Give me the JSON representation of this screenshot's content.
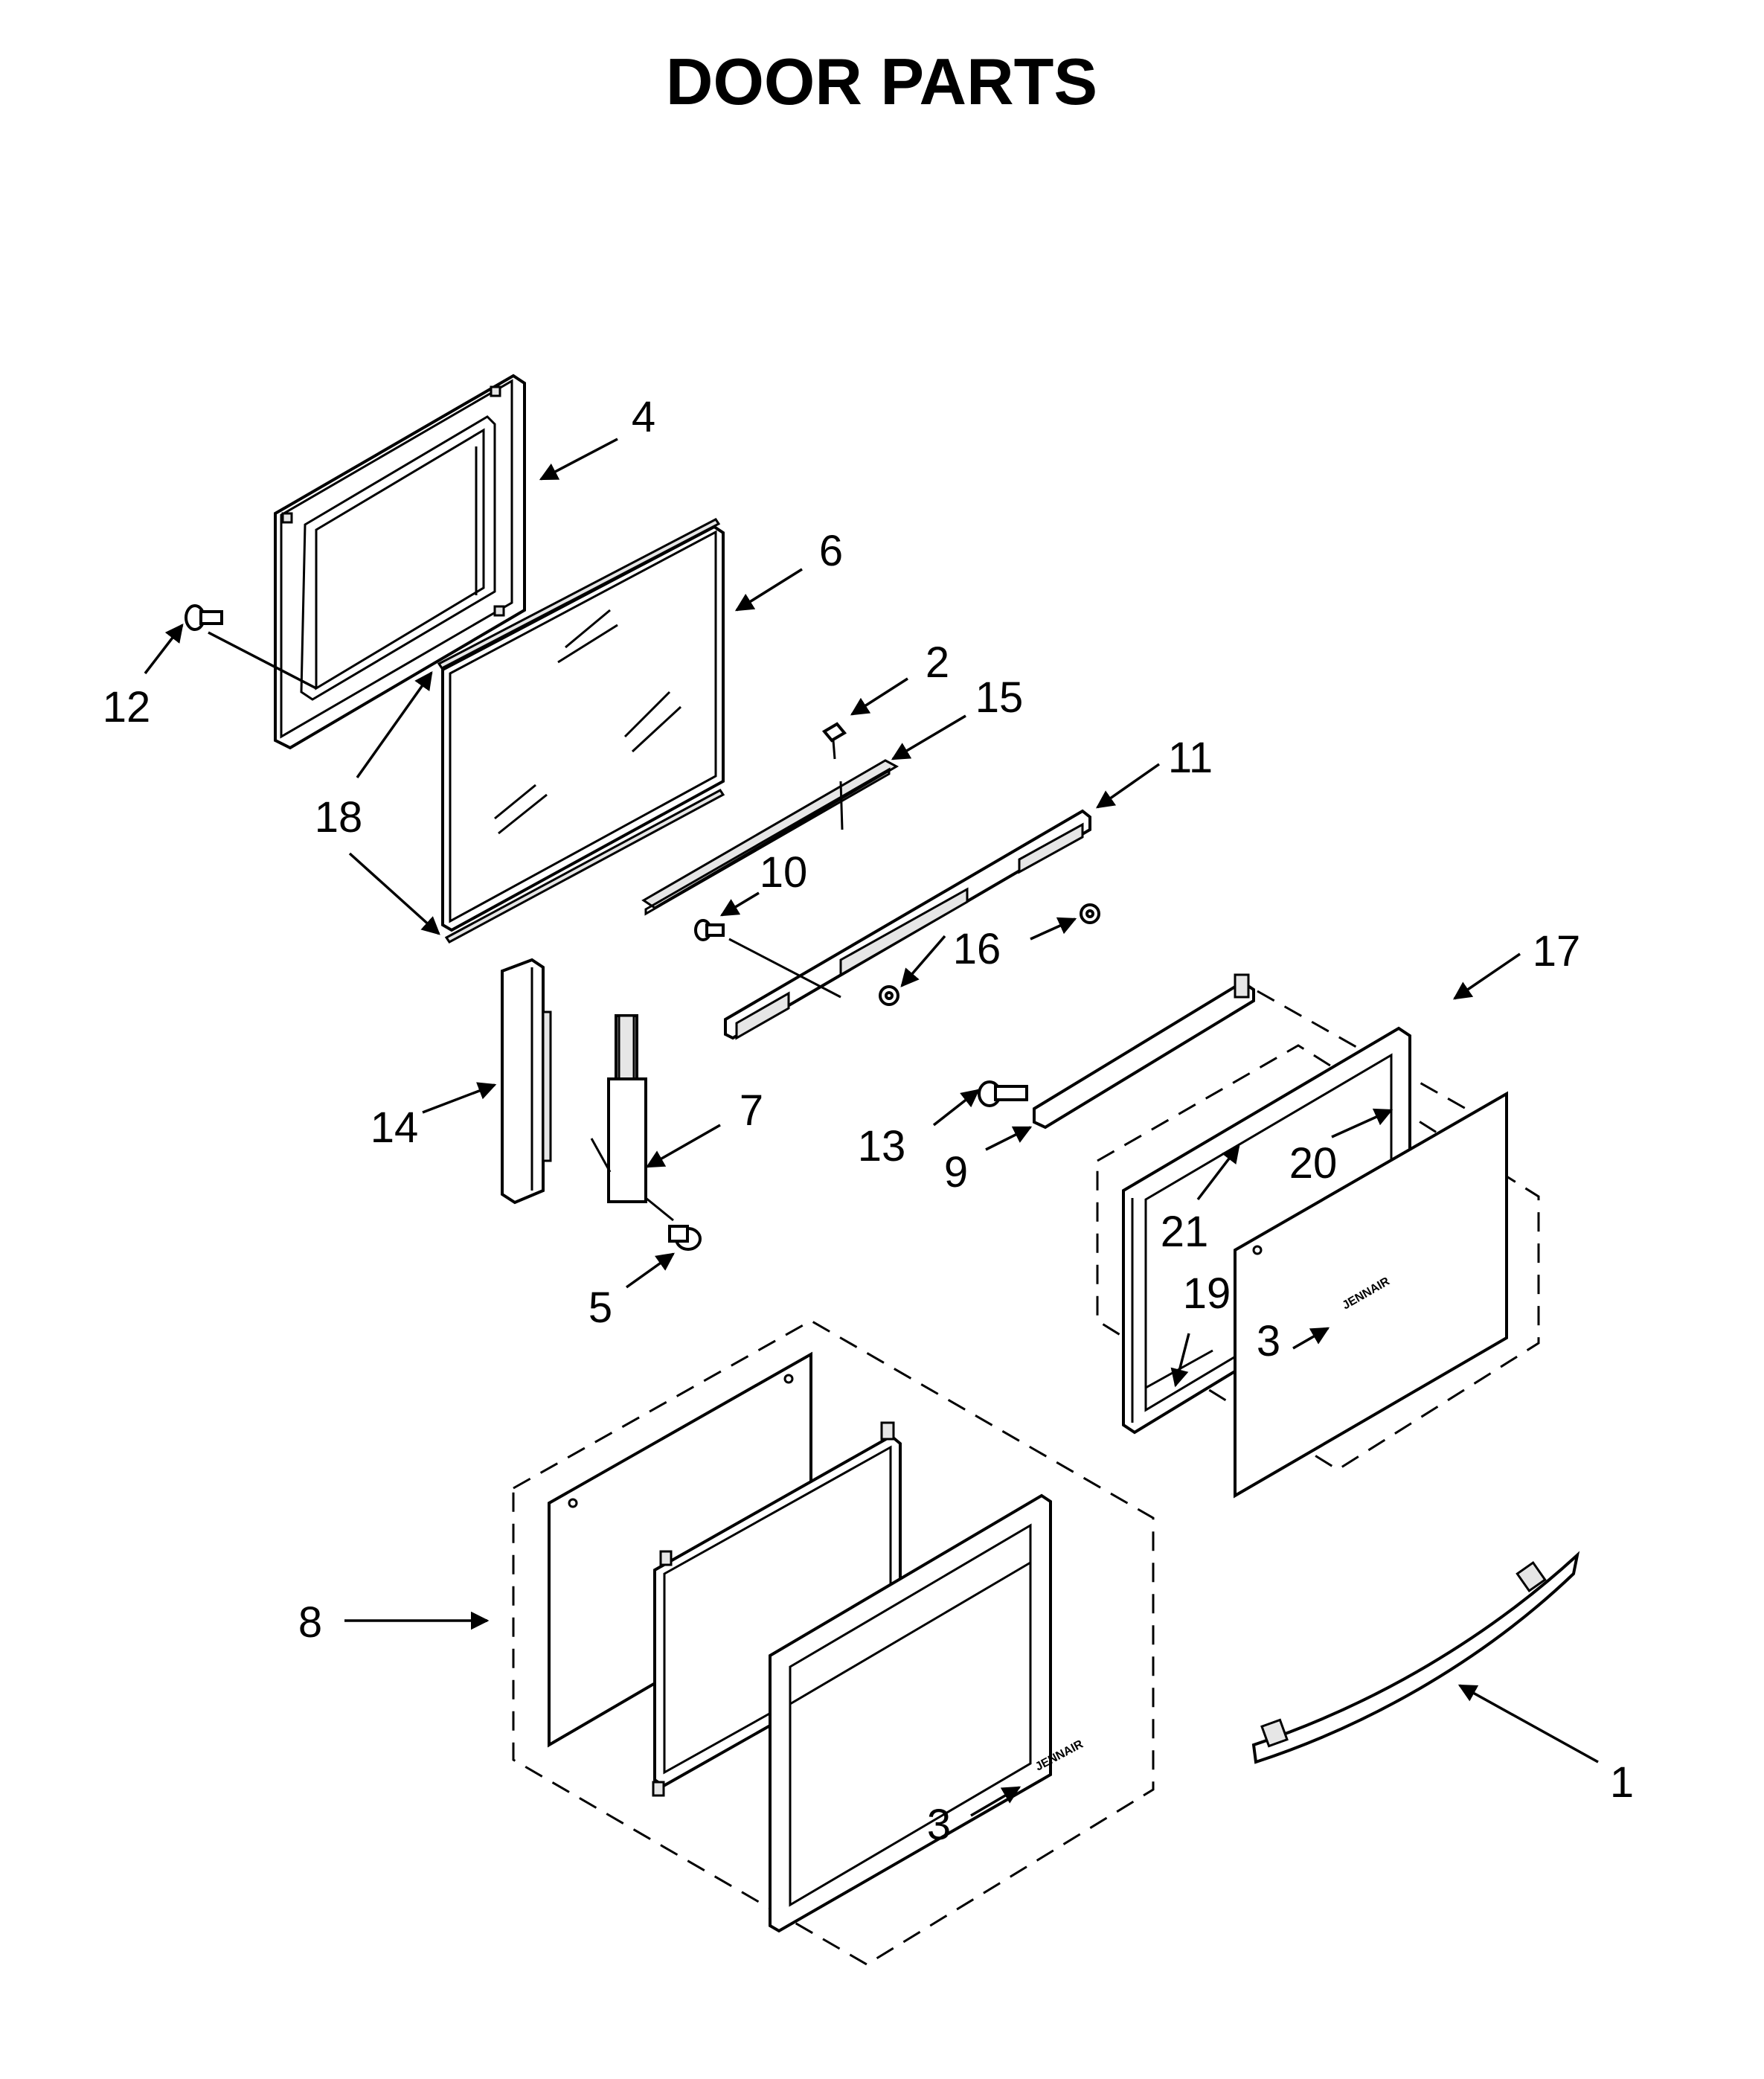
{
  "title": "DOOR PARTS",
  "callouts": {
    "c1": "1",
    "c2": "2",
    "c3a": "3",
    "c3b": "3",
    "c4": "4",
    "c5": "5",
    "c6": "6",
    "c7": "7",
    "c8": "8",
    "c9": "9",
    "c10": "10",
    "c11": "11",
    "c12": "12",
    "c13": "13",
    "c14": "14",
    "c15": "15",
    "c16": "16",
    "c17": "17",
    "c18": "18",
    "c19": "19",
    "c20": "20",
    "c21": "21"
  },
  "brand": {
    "logo_text": "JENNAIR"
  }
}
